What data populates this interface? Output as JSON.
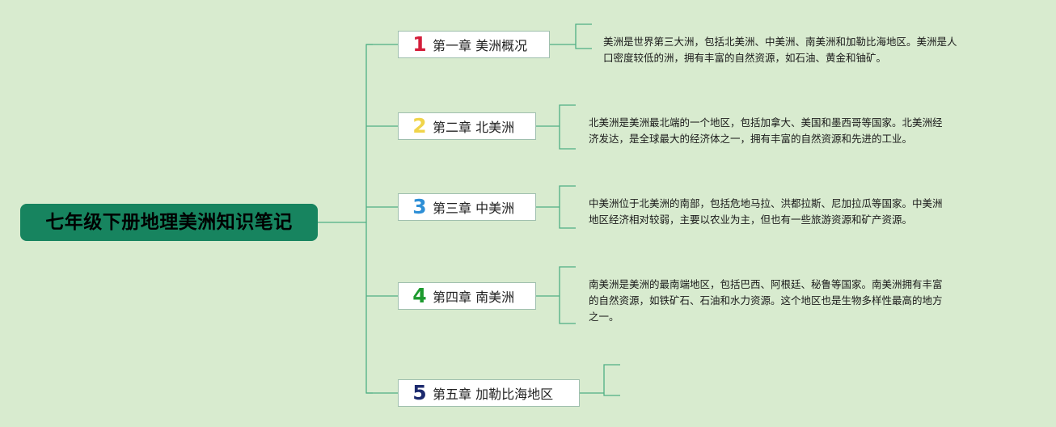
{
  "colors": {
    "background": "#d8ebcf",
    "root_fill": "#17845f",
    "connector": "#4fae84",
    "chapter_border": "#9fbfae"
  },
  "root": {
    "title": "七年级下册地理美洲知识笔记"
  },
  "chapters": [
    {
      "number": "1",
      "number_color": "#d41e3a",
      "label": "第一章 美洲概况",
      "note": "美洲是世界第三大洲，包括北美洲、中美洲、南美洲和加勒比海地区。美洲是人\n口密度较低的洲，拥有丰富的自然资源，如石油、黄金和铀矿。"
    },
    {
      "number": "2",
      "number_color": "#f0d44a",
      "label": "第二章 北美洲",
      "note": "北美洲是美洲最北端的一个地区，包括加拿大、美国和墨西哥等国家。北美洲经\n济发达，是全球最大的经济体之一，拥有丰富的自然资源和先进的工业。"
    },
    {
      "number": "3",
      "number_color": "#2e8fd6",
      "label": "第三章 中美洲",
      "note": "中美洲位于北美洲的南部，包括危地马拉、洪都拉斯、尼加拉瓜等国家。中美洲\n地区经济相对较弱，主要以农业为主，但也有一些旅游资源和矿产资源。"
    },
    {
      "number": "4",
      "number_color": "#1d9a2e",
      "label": "第四章 南美洲",
      "note": "南美洲是美洲的最南端地区，包括巴西、阿根廷、秘鲁等国家。南美洲拥有丰富\n的自然资源，如铁矿石、石油和水力资源。这个地区也是生物多样性最高的地方\n之一。"
    },
    {
      "number": "5",
      "number_color": "#1c2a6e",
      "label": "第五章 加勒比海地区",
      "note": ""
    }
  ]
}
